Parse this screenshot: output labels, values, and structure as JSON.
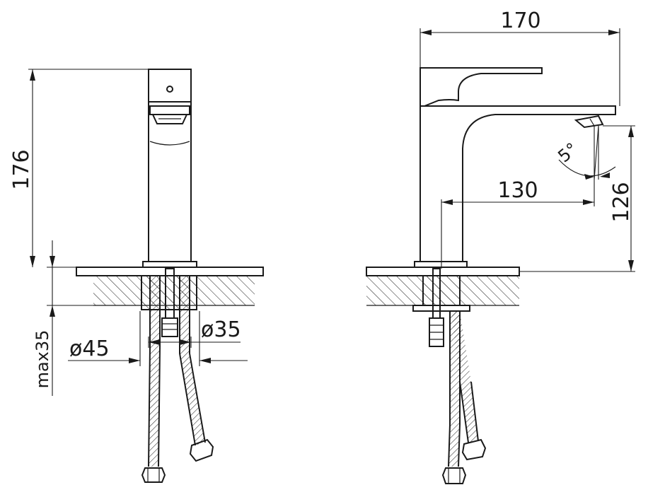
{
  "dimensions": {
    "height_total": "176",
    "max_deck": "max35",
    "hole_outer": "ø45",
    "hole_inner": "ø35",
    "width_total": "170",
    "spout_reach": "130",
    "spout_height": "126",
    "spout_angle": "5°"
  }
}
